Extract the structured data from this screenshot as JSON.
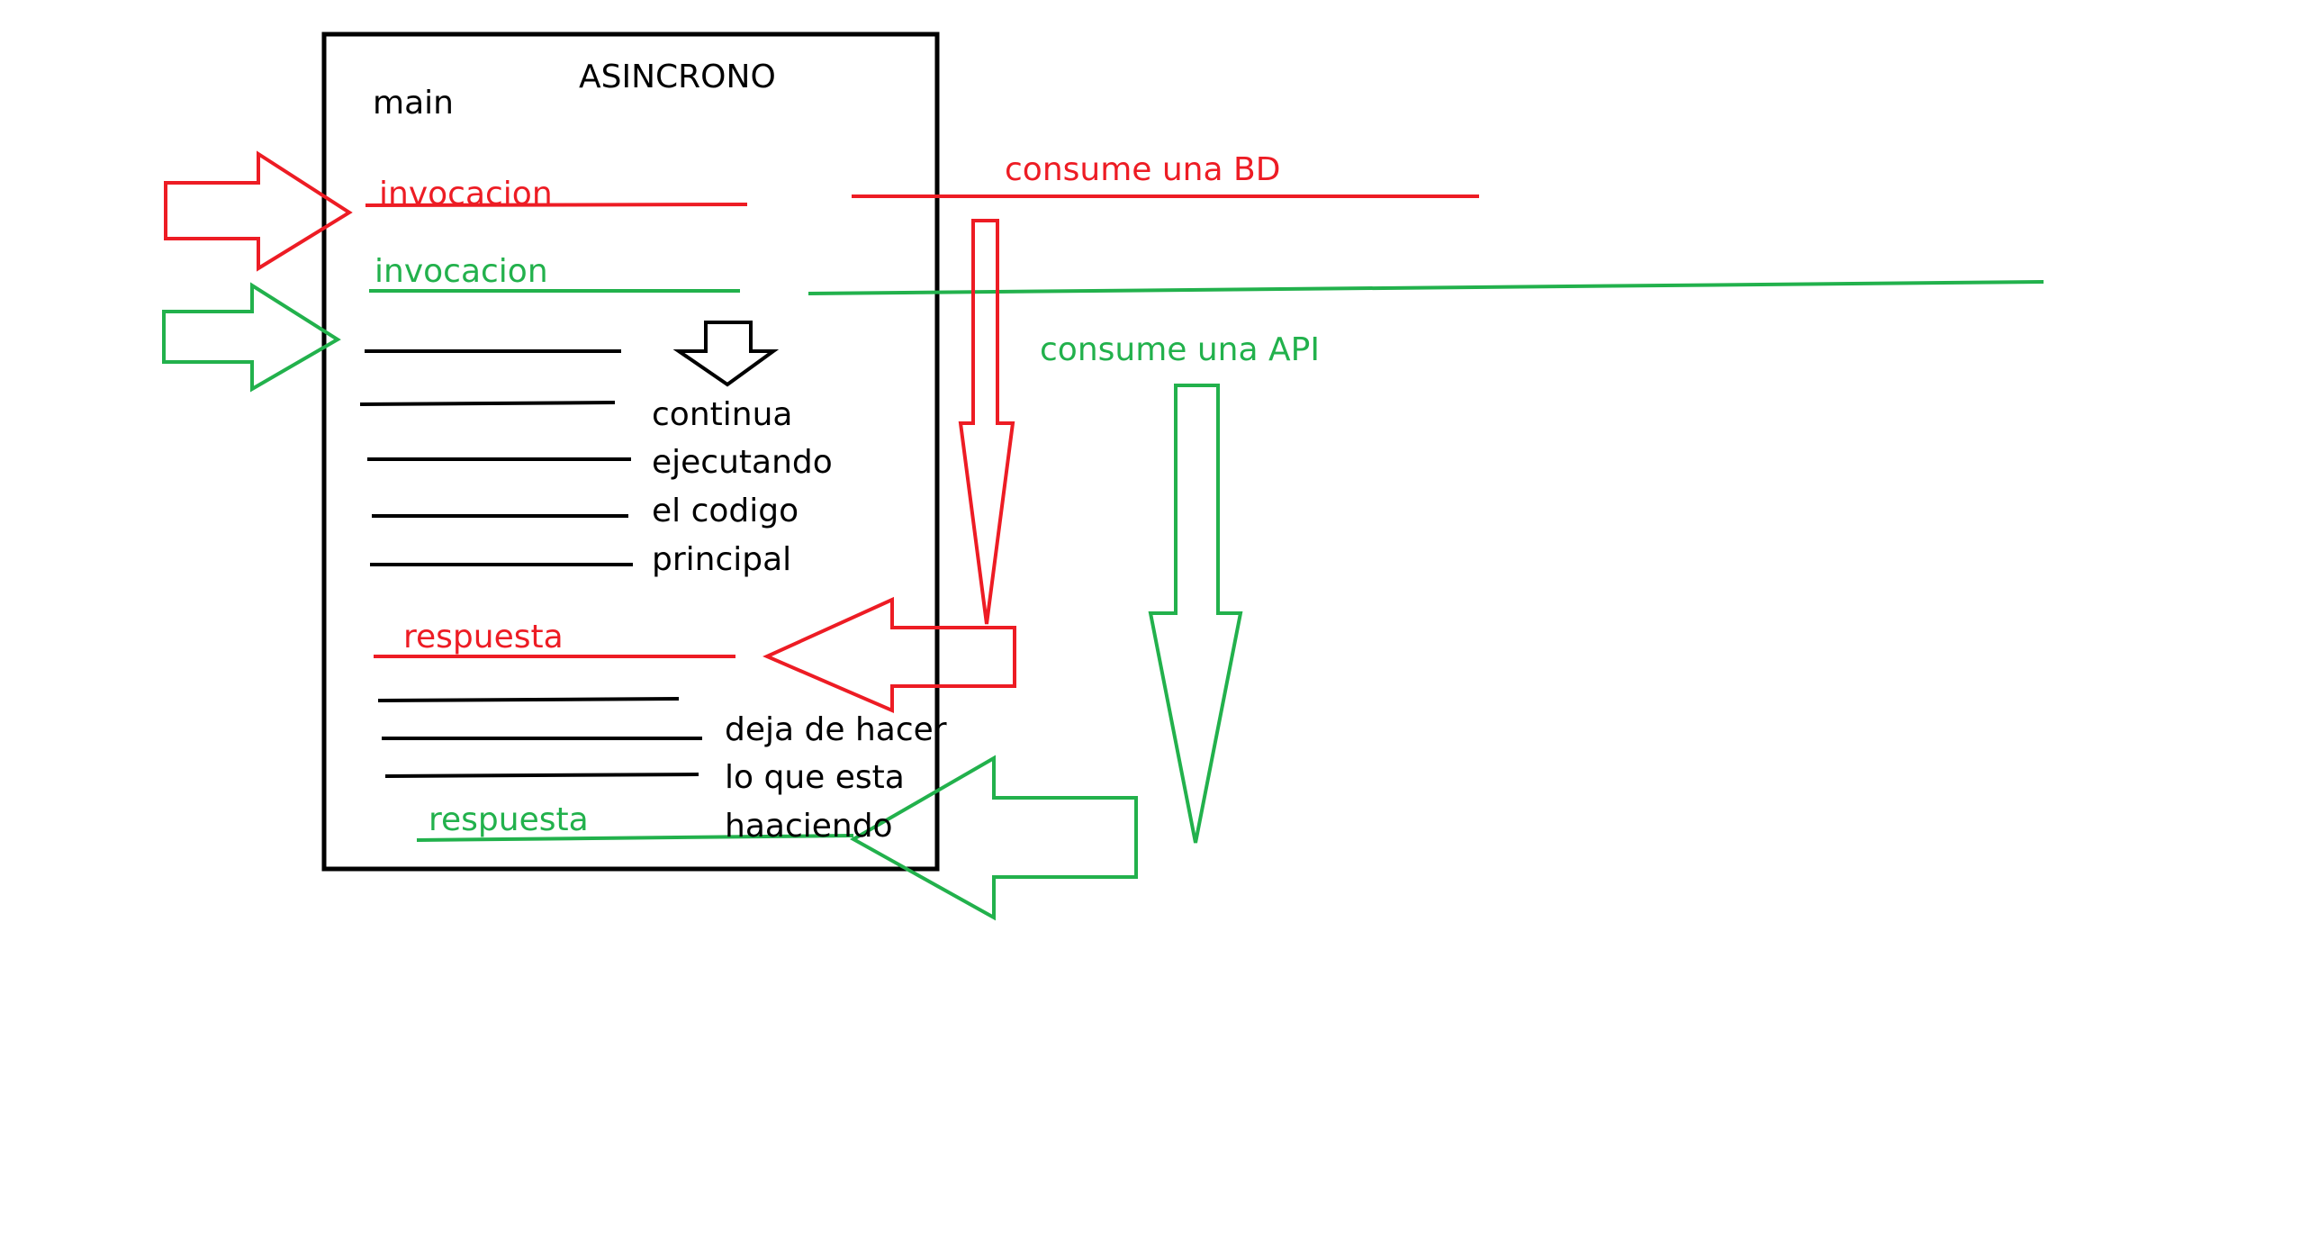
{
  "colors": {
    "red": "#ed1c24",
    "green": "#22b14c",
    "black": "#000000"
  },
  "box": {
    "title": "ASINCRONO",
    "main_label": "main"
  },
  "red_flow": {
    "invocation": "invocacion",
    "external": "consume una BD",
    "response": "respuesta"
  },
  "green_flow": {
    "invocation": "invocacion",
    "external": "consume una API",
    "response": "respuesta"
  },
  "notes": {
    "continue_lines": [
      "continua",
      "ejecutando",
      "el codigo",
      "principal"
    ],
    "interrupt_lines": [
      "deja de hacer",
      "lo que esta",
      "haaciendo"
    ]
  }
}
